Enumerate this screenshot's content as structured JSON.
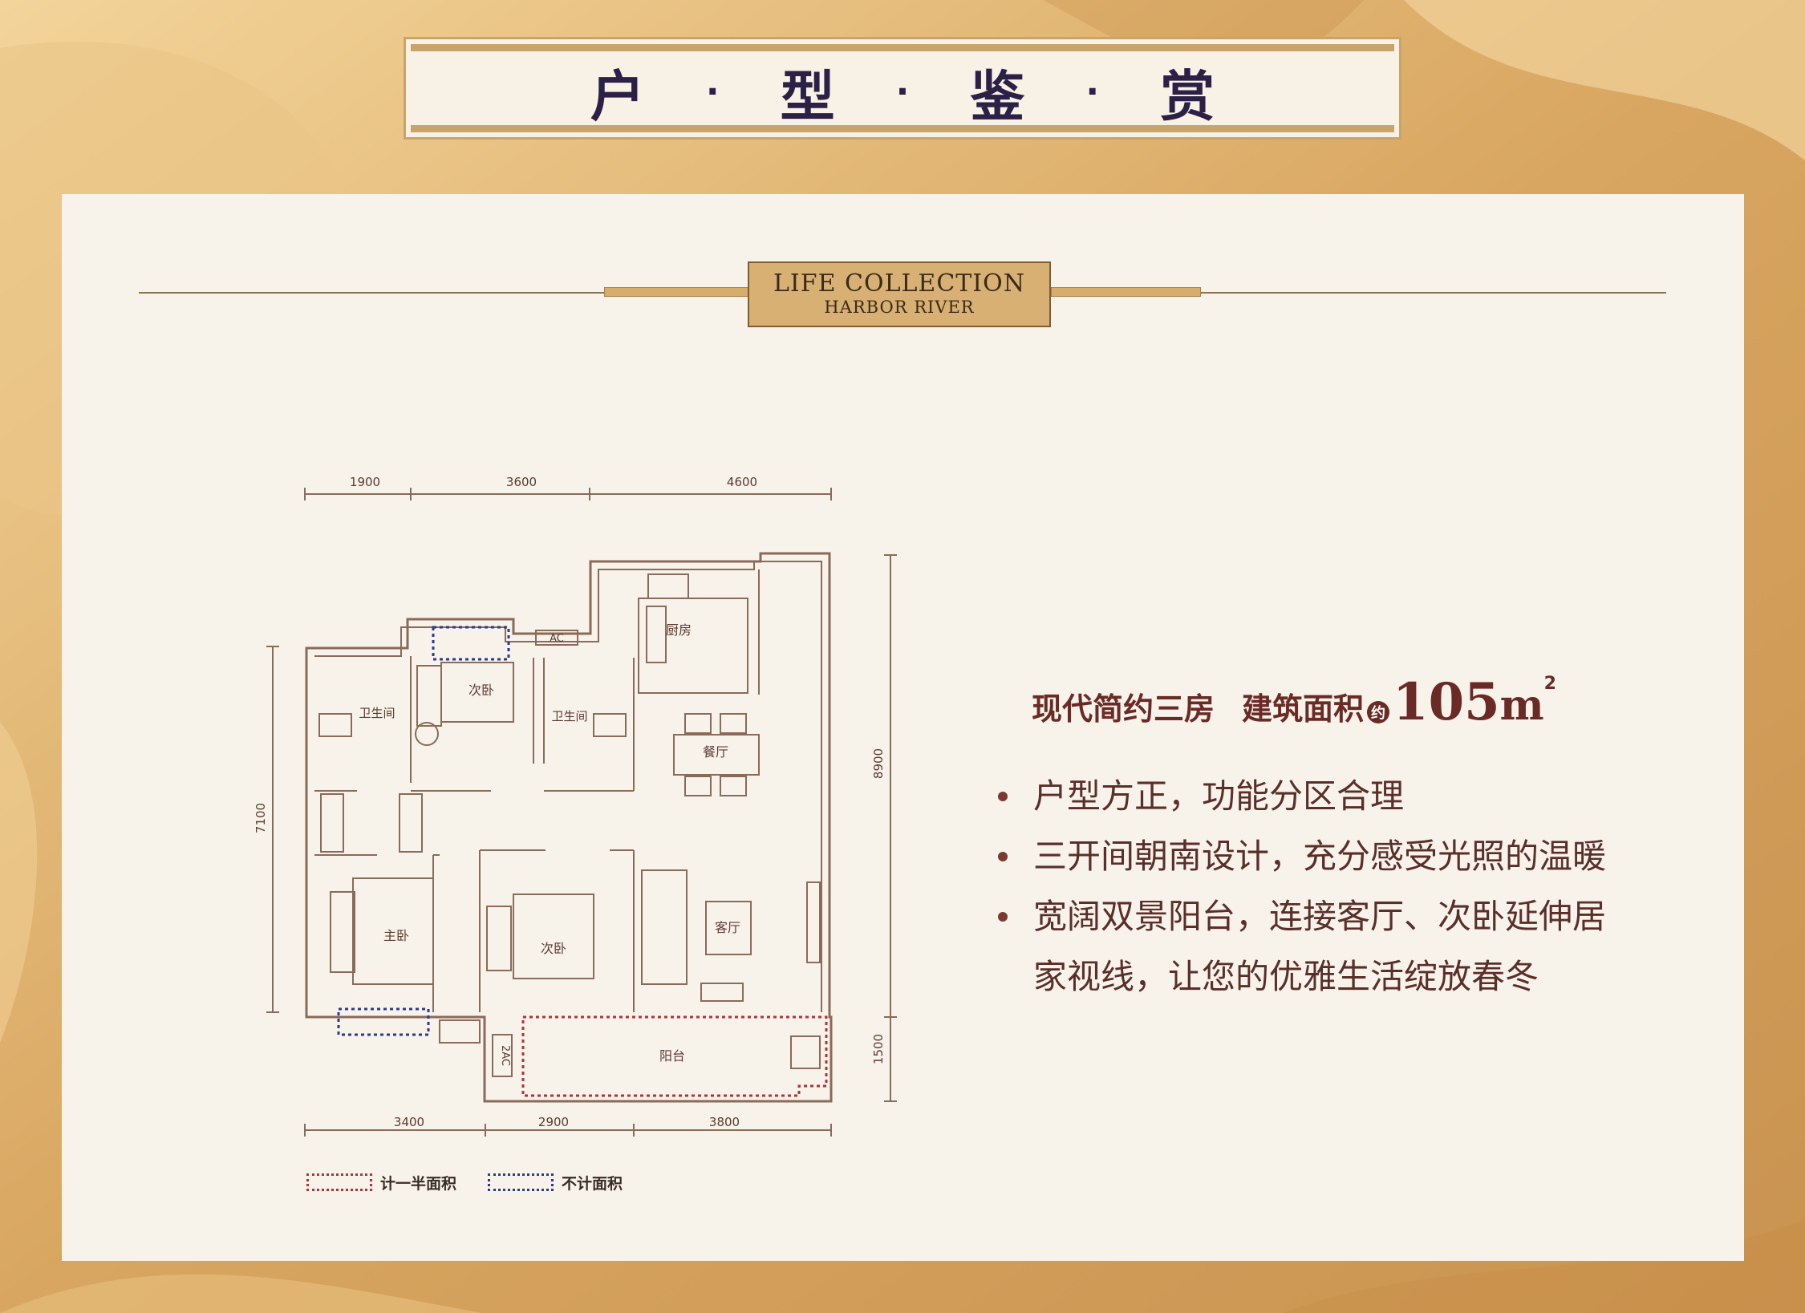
{
  "banner": {
    "chars": [
      "户",
      "型",
      "鉴",
      "赏"
    ],
    "separator": "·"
  },
  "brand": {
    "line1": "LIFE COLLECTION",
    "line2": "HARBOR RIVER"
  },
  "floorplan": {
    "dims_top": [
      "1900",
      "3600",
      "4600"
    ],
    "dims_bottom": [
      "3400",
      "2900",
      "3800"
    ],
    "dim_left": "7100",
    "dim_right_main": "8900",
    "dim_right_balcony": "1500",
    "rooms": {
      "kitchen": "厨房",
      "ac_top": "AC",
      "bath_left": "卫生间",
      "second_bed_top": "次卧",
      "bath_right": "卫生间",
      "dining": "餐厅",
      "master": "主卧",
      "second_bed_bottom": "次卧",
      "living": "客厅",
      "balcony": "阳台",
      "ac_bottom": "2AC"
    }
  },
  "legend": {
    "half_area": "计一半面积",
    "no_area": "不计面积"
  },
  "headline": {
    "type": "现代简约三房",
    "area_label": "建筑面积",
    "approx": "约",
    "value": "105",
    "unit": "m",
    "unit_sup": "2"
  },
  "features": [
    "户型方正，功能分区合理",
    "三开间朝南设计，充分感受光照的温暖",
    "宽阔双景阳台，连接客厅、次卧延伸居",
    "家视线，让您的优雅生活绽放春冬"
  ],
  "colors": {
    "gold": "#d6ad6b",
    "title_text": "#2b2045",
    "accent_text": "#6a2a25",
    "half_area_border": "#b2323a",
    "no_area_border": "#2c3a8c"
  }
}
